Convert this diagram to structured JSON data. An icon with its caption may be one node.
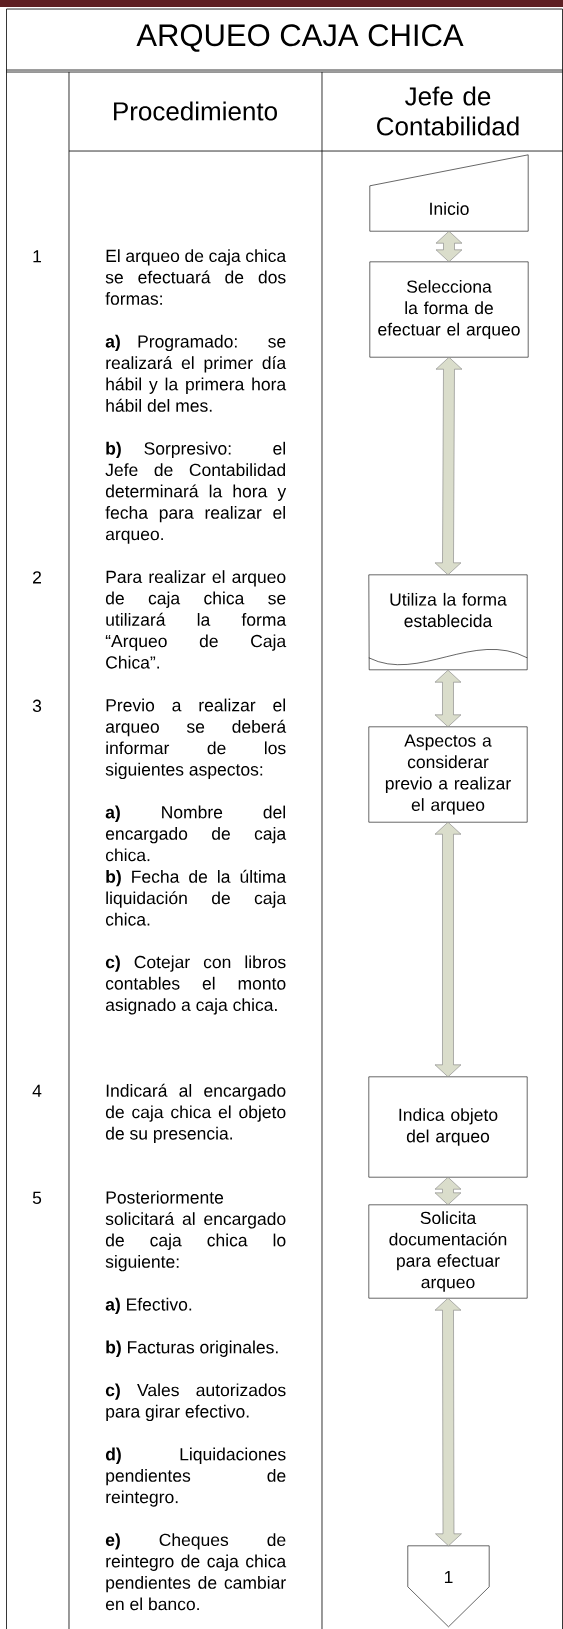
{
  "diagram": {
    "title": "ARQUEO CAJA CHICA",
    "nodes": [
      {
        "text": [
          "Inicio"
        ]
      },
      {
        "text": [
          "Selecciona la forma de efectuar el arqueo"
        ]
      },
      {
        "text": [
          "Utiliza la forma establecida"
        ]
      },
      {
        "text": [
          "Aspectos a considerar previo a realizar el arqueo"
        ]
      },
      {
        "text": [
          "Indica objeto del arqueo"
        ]
      },
      {
        "text": [
          "Solicita documentación para efectuar arqueo"
        ]
      },
      {
        "text": [
          "1"
        ]
      }
    ],
    "edges": [
      {
        "from": 0,
        "to": 1,
        "arrow": "both"
      },
      {
        "from": 1,
        "to": 2,
        "arrow": "both"
      },
      {
        "from": 2,
        "to": 3,
        "arrow": "both"
      },
      {
        "from": 3,
        "to": 4,
        "arrow": "both"
      },
      {
        "from": 4,
        "to": 5,
        "arrow": "both"
      },
      {
        "from": 5,
        "to": 6,
        "arrow": "both"
      }
    ],
    "labels": [
      "Procedimiento",
      "Jefe de Contabilidad",
      "1",
      "El arqueo de caja chica se efectuará de dos formas:",
      "**a)** Programado: se realizará el primer día hábil y la primera hora hábil del mes.",
      "**b)** Sorpresivo: el Jefe de Contabilidad determinará la hora y fecha para realizar el arqueo.",
      "2",
      "Para realizar el arqueo de caja chica se utilizará la forma “Arqueo de Caja Chica”.",
      "3",
      "Previo a realizar el arqueo se deberá informar de los siguientes aspectos:",
      "**a)** Nombre del encargado de caja chica.",
      "**b)** Fecha de la última liquidación de caja chica.",
      "**c)** Cotejar con libros contables el monto asignado a caja chica.",
      "4",
      "Indicará al encargado de caja chica el objeto de su presencia.",
      "5",
      "Posteriormente solicitará al encargado de caja chica lo siguiente:",
      "**a)** Efectivo.",
      "**b)** Facturas originales.",
      "**c)** Vales autorizados para girar efectivo.",
      "**d)** Liquidaciones pendientes de reintegro.",
      "**e)** Cheques de reintegro de caja chica pendientes de cambiar en el banco."
    ]
  }
}
